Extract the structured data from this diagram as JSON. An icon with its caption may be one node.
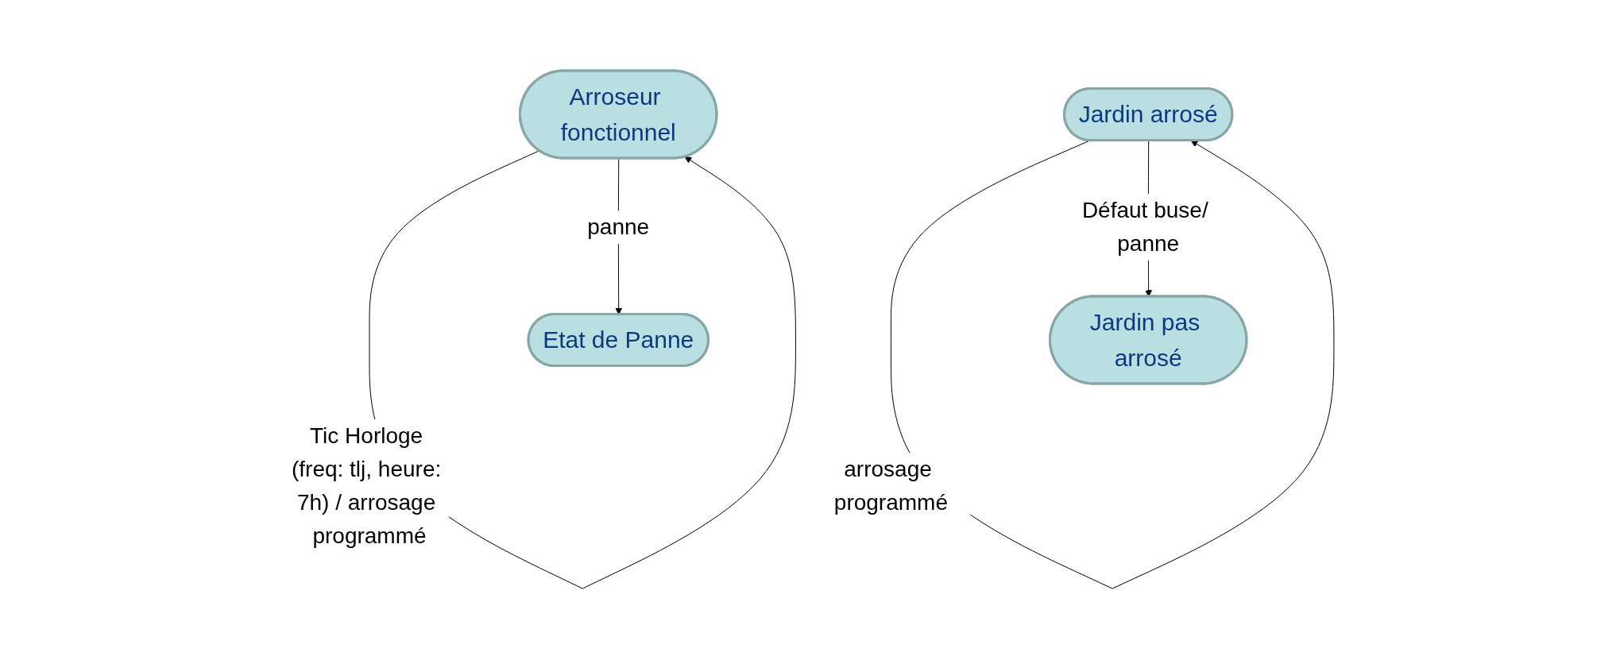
{
  "diagram": {
    "nodes": [
      {
        "text": [
          "Arroseur fonctionnel"
        ]
      },
      {
        "text": [
          "Etat de Panne"
        ]
      },
      {
        "text": [
          "Jardin arrosé"
        ]
      },
      {
        "text": [
          "Jardin pas arrosé"
        ]
      }
    ],
    "edges": [
      {
        "from": 0,
        "to": 0,
        "arrow": "to",
        "label": "Tic Horloge (freq: tlj, heure: 7h) / arrosage programmé"
      },
      {
        "from": 0,
        "to": 1,
        "arrow": "to",
        "label": "panne"
      },
      {
        "from": 2,
        "to": 2,
        "arrow": "to",
        "label": "arrosage programmé"
      },
      {
        "from": 2,
        "to": 3,
        "arrow": "to",
        "label": "Défaut buse/ panne"
      }
    ]
  }
}
